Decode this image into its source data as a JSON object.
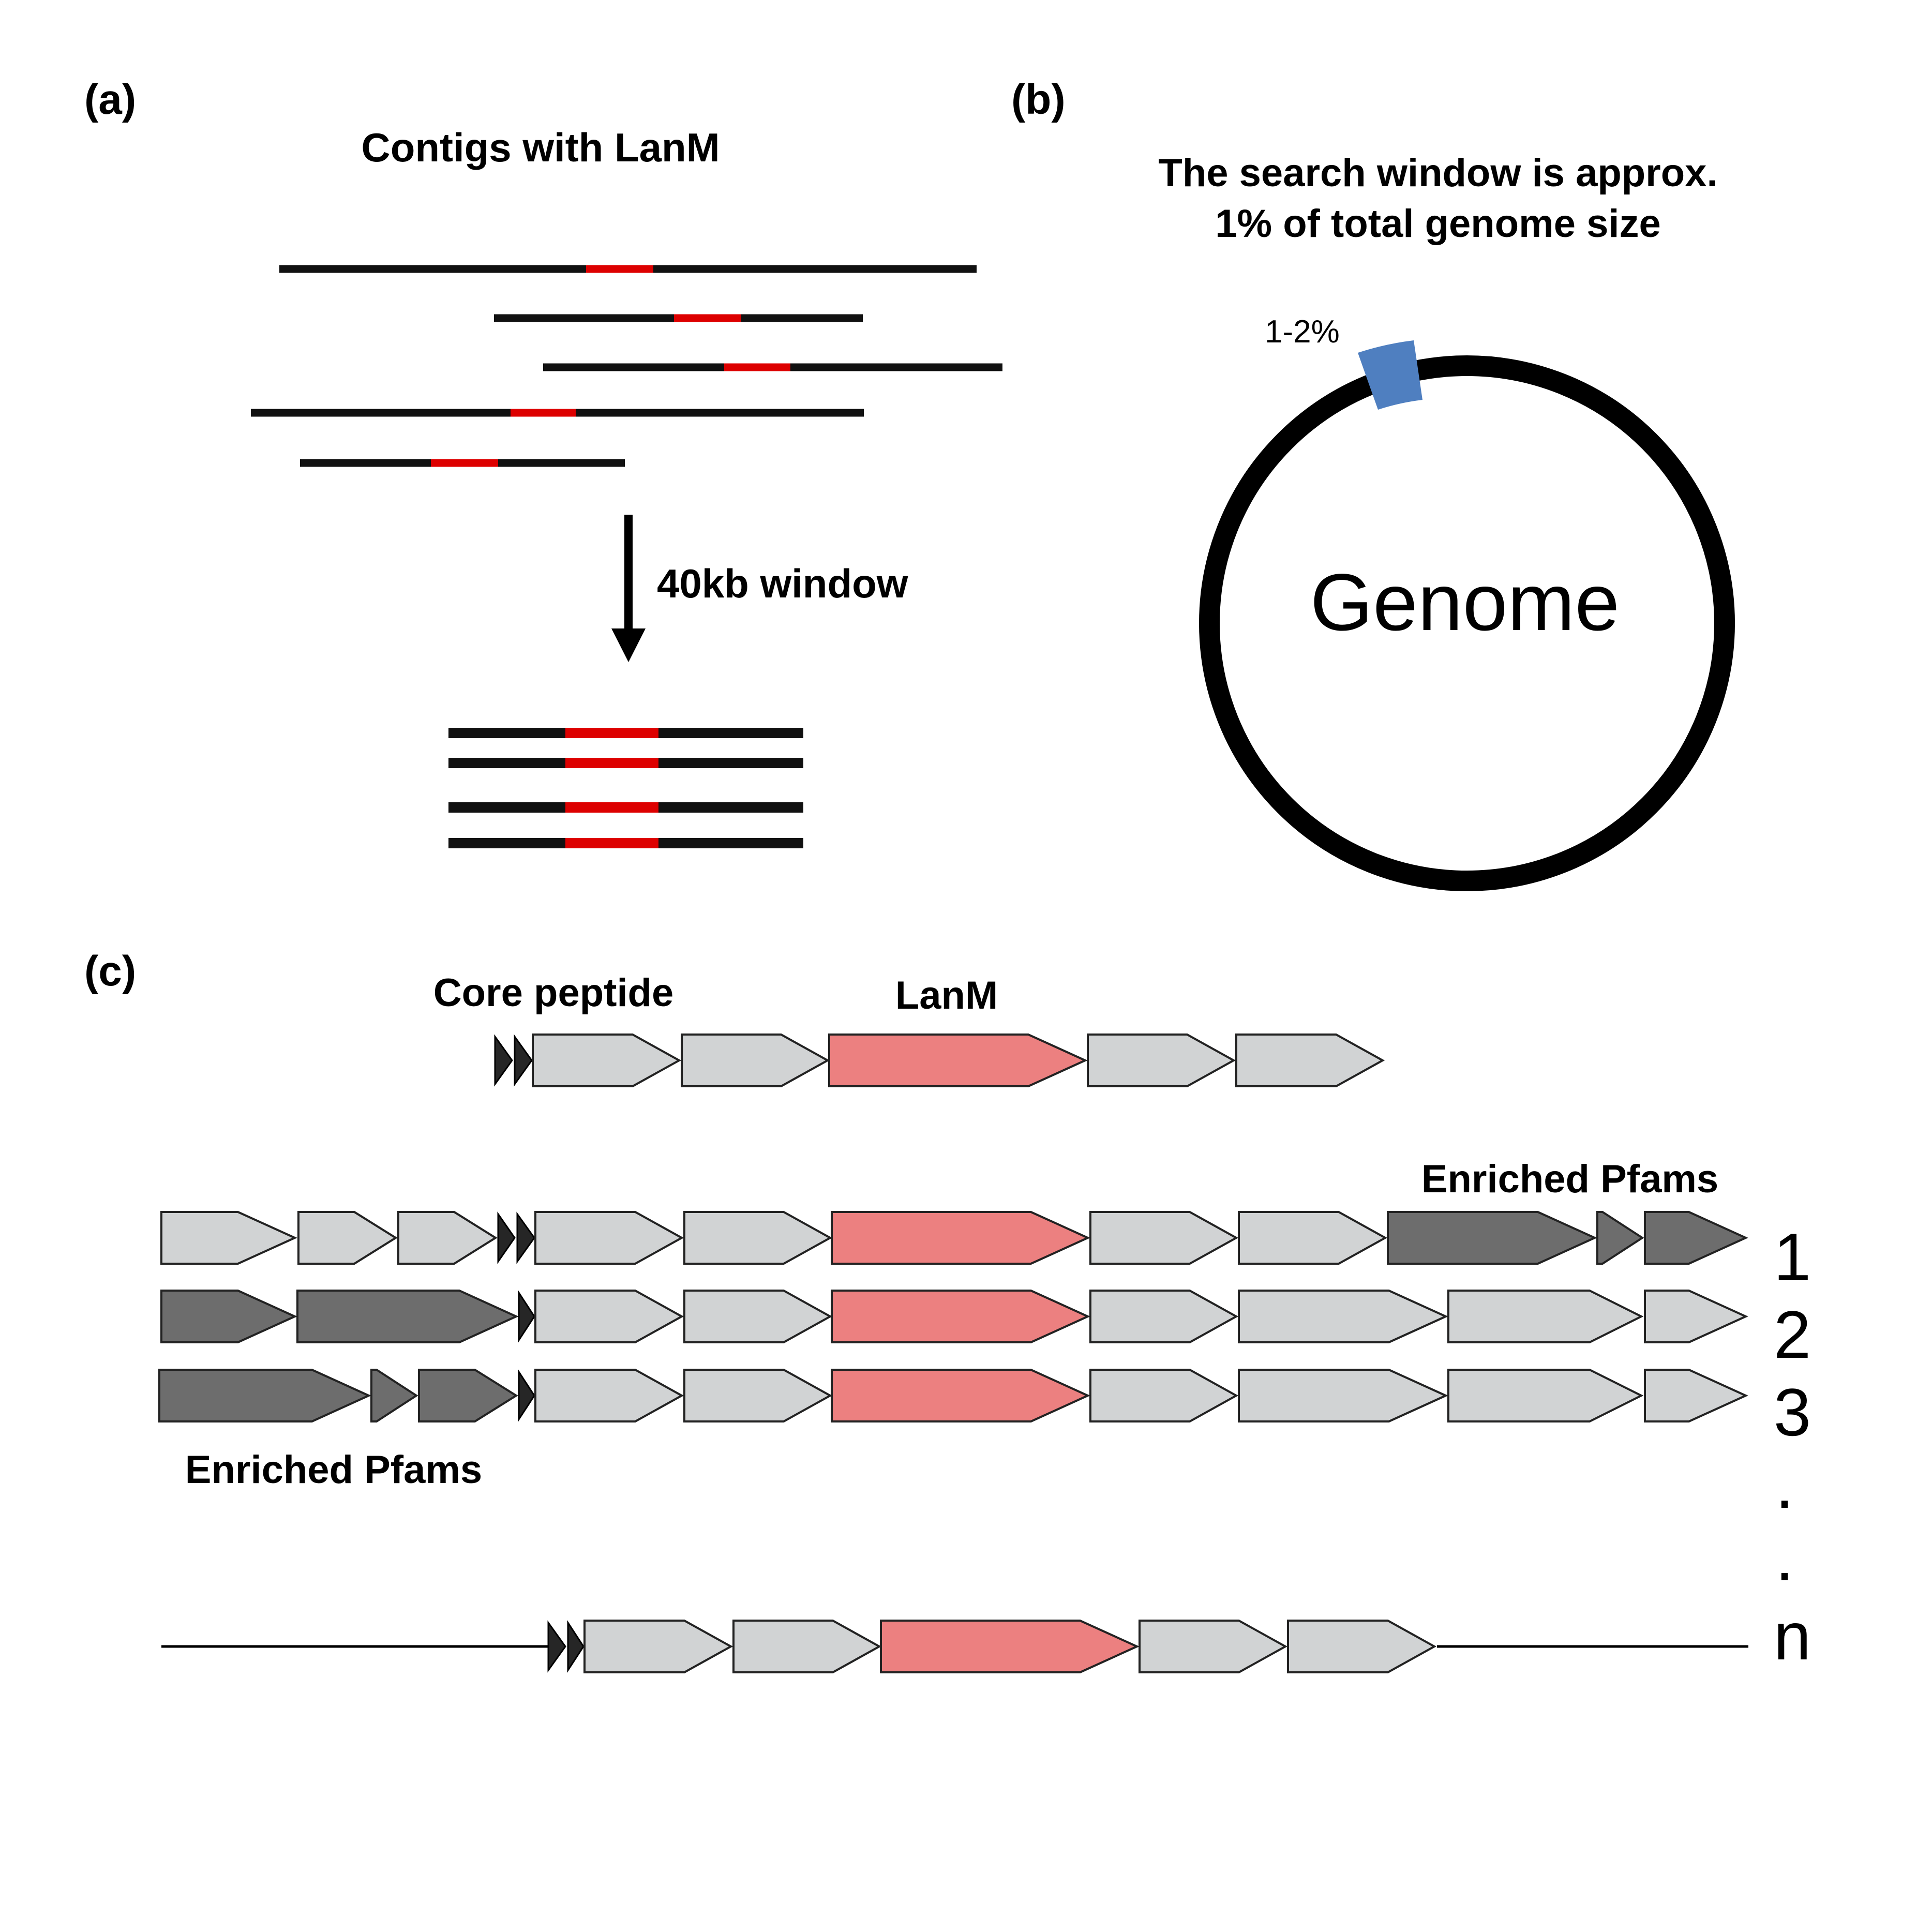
{
  "colors": {
    "contig_line": "#111111",
    "lanm_segment": "#dd0000",
    "genome_ring": "#000000",
    "window_arc": "#4f7fc0",
    "gene_light": "#d1d3d4",
    "gene_dark": "#6d6d6d",
    "gene_lanm": "#ec8080",
    "core_peptide": "#262626"
  },
  "panel_a": {
    "label": "(a)",
    "title": "Contigs with LanM",
    "arrow_label": "40kb window"
  },
  "panel_b": {
    "label": "(b)",
    "title_line1": "The search window is approx.",
    "title_line2": "1% of total genome size",
    "window_label": "1-2%",
    "genome_label": "Genome",
    "window_fraction_percent_range": [
      1,
      2
    ]
  },
  "panel_c": {
    "label": "(c)",
    "core_peptide_label": "Core peptide",
    "lanm_label": "LanM",
    "enriched_label_top": "Enriched Pfams",
    "enriched_label_bottom": "Enriched Pfams",
    "row_labels": [
      "1",
      "2",
      "3",
      ".",
      ".",
      "n"
    ]
  }
}
